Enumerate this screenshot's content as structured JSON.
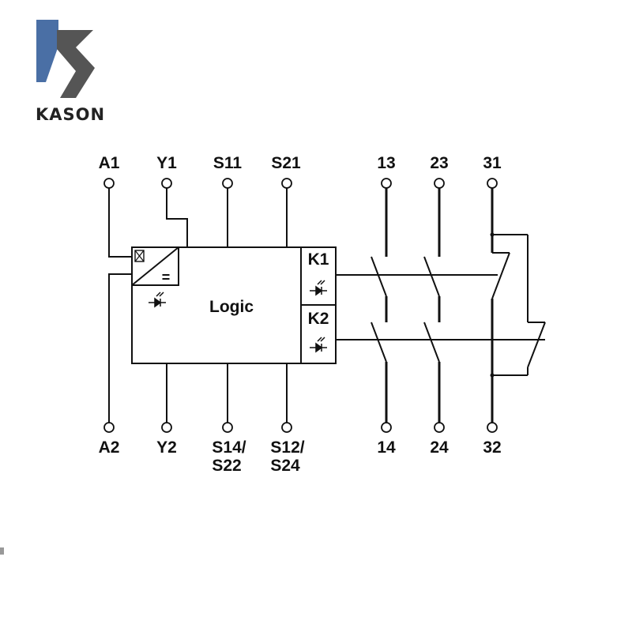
{
  "logo": {
    "text": "KASON",
    "colors": {
      "blue": "#4a6fa5",
      "gray": "#555555"
    }
  },
  "terminals_top": [
    "A1",
    "Y1",
    "S11",
    "S21",
    "13",
    "23",
    "31"
  ],
  "terminals_bottom": [
    "A2",
    "Y2",
    "S14/",
    "S22",
    "S12/",
    "S24",
    "14",
    "24",
    "32"
  ],
  "logic_label": "Logic",
  "relays": [
    "K1",
    "K2"
  ],
  "power_symbol": "=",
  "line_color": "#111111"
}
